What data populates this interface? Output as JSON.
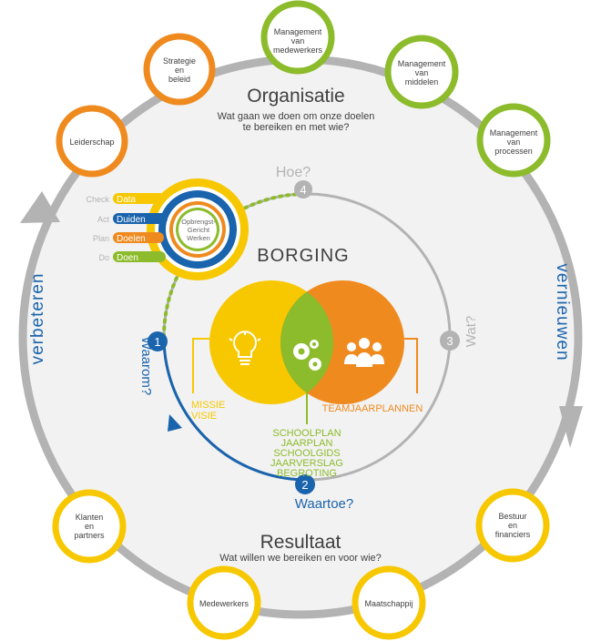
{
  "colors": {
    "orange": "#ef8a1f",
    "green": "#8cbb2b",
    "yellow": "#f7c800",
    "blue": "#1a64ad",
    "gray": "#b3b3b3",
    "bg": "#f2f2f2",
    "text_dark": "#404040"
  },
  "organisatie": {
    "title": "Organisatie",
    "line1": "Wat gaan we doen om onze doelen",
    "line2": "te bereiken en met wie?"
  },
  "resultaat": {
    "title": "Resultaat",
    "subtitle": "Wat willen we bereiken en voor wie?"
  },
  "outer_nodes": {
    "leiderschap": [
      "Leiderschap"
    ],
    "strategie": [
      "Strategie",
      "en",
      "beleid"
    ],
    "mgmt_medewerkers": [
      "Management",
      "van",
      "medewerkers"
    ],
    "mgmt_middelen": [
      "Management",
      "van",
      "middelen"
    ],
    "mgmt_processen": [
      "Management",
      "van",
      "processen"
    ],
    "bestuur": [
      "Bestuur",
      "en",
      "financiers"
    ],
    "maatschappij": [
      "Maatschappij"
    ],
    "medewerkers": [
      "Medewerkers"
    ],
    "klanten": [
      "Klanten",
      "en",
      "partners"
    ]
  },
  "side_labels": {
    "verbeteren": "verbeteren",
    "vernieuwen": "vernieuwen"
  },
  "cycle": {
    "hoe": "Hoe?",
    "wat": "Wat?",
    "waarom": "Waarom?",
    "waartoe": "Waartoe?",
    "n1": "1",
    "n2": "2",
    "n3": "3",
    "n4": "4"
  },
  "pdca": {
    "center": [
      "Opbrengst-",
      "Gericht",
      "Werken"
    ],
    "rows": [
      {
        "step": "Check",
        "pill": "Data"
      },
      {
        "step": "Act",
        "pill": "Duiden"
      },
      {
        "step": "Plan",
        "pill": "Doelen"
      },
      {
        "step": "Do",
        "pill": "Doen"
      }
    ]
  },
  "borging": {
    "title": "BORGING",
    "missie": "MISSIE",
    "visie": "VISIE",
    "teamjaarplannen": "TEAMJAARPLANNEN",
    "documents": [
      "SCHOOLPLAN",
      "JAARPLAN",
      "SCHOOLGIDS",
      "JAARVERSLAG",
      "BEGROTING"
    ]
  }
}
